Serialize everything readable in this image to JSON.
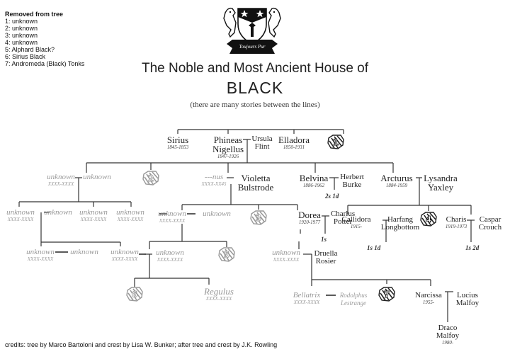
{
  "legend": {
    "title": "Removed from tree",
    "items": [
      "1: unknown",
      "2: unknown",
      "3: unknown",
      "4: unknown",
      "5: Alphard Black?",
      "6: Sirius Black",
      "7: Andromeda (Black) Tonks"
    ]
  },
  "crest": {
    "motto": "Toujours Pur",
    "icon": "black-family-crest-icon"
  },
  "title": {
    "line1": "The Noble and Most Ancient House of",
    "line2": "BLACK",
    "line3": "(there are many stories between the lines)"
  },
  "people": {
    "sirius_elder": {
      "name": "Sirius",
      "dates": "1845-1853"
    },
    "phineas": {
      "name1": "Phineas",
      "name2": "Nigellus",
      "dates": "1847-1926"
    },
    "ursula": {
      "name1": "Ursula",
      "name2": "Flint"
    },
    "elladora": {
      "name": "Elladora",
      "dates": "1850-1931"
    },
    "unk_a": {
      "name": "unknown",
      "dates": "XXXX-XXXX"
    },
    "unk_b": {
      "name": "unknown"
    },
    "nus": {
      "name": "---nus",
      "dates": "XXXX-XX45"
    },
    "violetta": {
      "name1": "Violetta",
      "name2": "Bulstrode"
    },
    "belvina": {
      "name": "Belvina",
      "dates": "1886-1962"
    },
    "herbert": {
      "name1": "Herbert",
      "name2": "Burke"
    },
    "arcturus": {
      "name": "Arcturus",
      "dates": "1884-1959"
    },
    "lysandra": {
      "name1": "Lysandra",
      "name2": "Yaxley"
    },
    "unk_c": {
      "name": "unknown",
      "dates": "XXXX-XXXX"
    },
    "unk_d": {
      "name": "unknown"
    },
    "unk_e": {
      "name": "unknown",
      "dates": "XXXX-XXXX"
    },
    "unk_f": {
      "name": "unknown",
      "dates": "XXXX-XXXX"
    },
    "unk_g": {
      "name": "unknown",
      "dates": "XXXX-XXXX"
    },
    "unk_h": {
      "name": "unknown"
    },
    "dorea": {
      "name": "Dorea",
      "dates": "1920-1977"
    },
    "charlus": {
      "name1": "Charlus",
      "name2": "Potter"
    },
    "callidora": {
      "name": "Callidora",
      "dates": "1915-"
    },
    "harfang": {
      "name1": "Harfang",
      "name2": "Longbottom"
    },
    "charis": {
      "name": "Charis",
      "dates": "1919-1973"
    },
    "caspar": {
      "name1": "Caspar",
      "name2": "Crouch"
    },
    "unk_i": {
      "name": "unknown",
      "dates": "XXXX-XXXX"
    },
    "unk_j": {
      "name": "unknown"
    },
    "unk_k": {
      "name": "unknown",
      "dates": "XXXX-XXXX"
    },
    "unk_l": {
      "name": "unknown",
      "dates": "XXXX-XXXX"
    },
    "unk_m": {
      "name": "unknown",
      "dates": "XXXX-XXXX"
    },
    "druella": {
      "name1": "Druella",
      "name2": "Rosier"
    },
    "regulus": {
      "name": "Regulus",
      "dates": "XXXX-XXXX"
    },
    "bellatrix": {
      "name": "Bellatrix",
      "dates": "XXXX-XXXX"
    },
    "rodolphus": {
      "name1": "Rodolphus",
      "name2": "Lestrange"
    },
    "narcissa": {
      "name": "Narcissa",
      "dates": "1955-"
    },
    "lucius": {
      "name1": "Lucius",
      "name2": "Malfoy"
    },
    "draco": {
      "name1": "Draco",
      "name2": "Malfoy",
      "dates": "1980-"
    }
  },
  "children_notes": {
    "belvina_herbert": "2s 1d",
    "dorea_charlus": "1s",
    "callidora_harfang": "1s 1d",
    "charis_caspar": "1s 2d"
  },
  "badges": [
    "1",
    "2",
    "3",
    "4",
    "5",
    "6",
    "7"
  ],
  "credits": "credits: tree by Marco Bartoloni and crest by Lisa W. Bunker; after tree and crest by J.K. Rowling"
}
